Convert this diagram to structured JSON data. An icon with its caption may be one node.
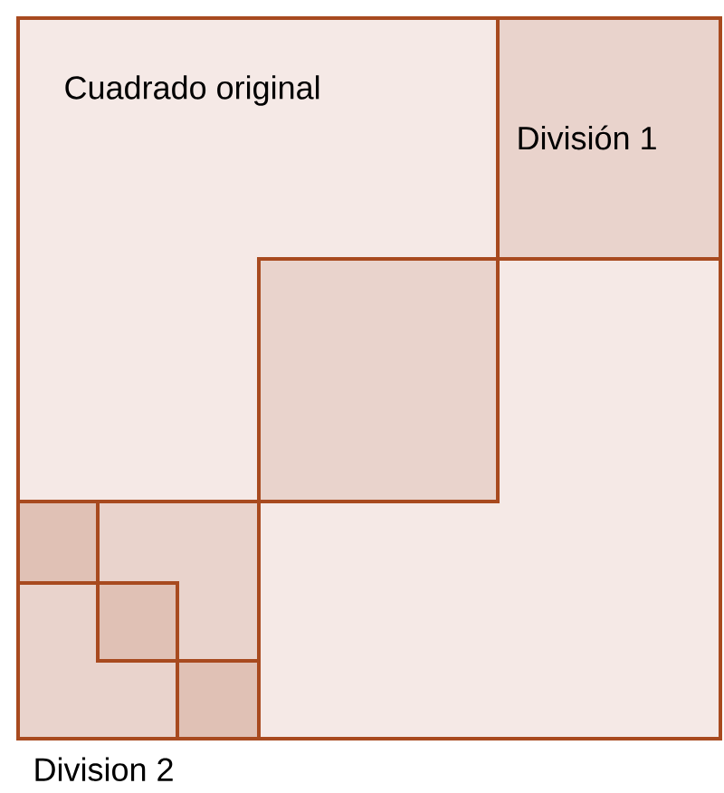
{
  "diagram": {
    "nodes": [
      {
        "text": [
          "Cuadrado original"
        ]
      },
      {
        "text": [
          "División 1"
        ],
        "in": 0
      },
      {
        "text": [],
        "shape": "box",
        "in": 0
      },
      {
        "text": [],
        "shape": "box",
        "in": 0,
        "beside": [
          "Division 2"
        ]
      },
      {
        "text": [],
        "shape": "box",
        "in": 3
      },
      {
        "text": [],
        "shape": "box",
        "in": 3
      },
      {
        "text": [],
        "shape": "box",
        "in": 3
      }
    ]
  }
}
